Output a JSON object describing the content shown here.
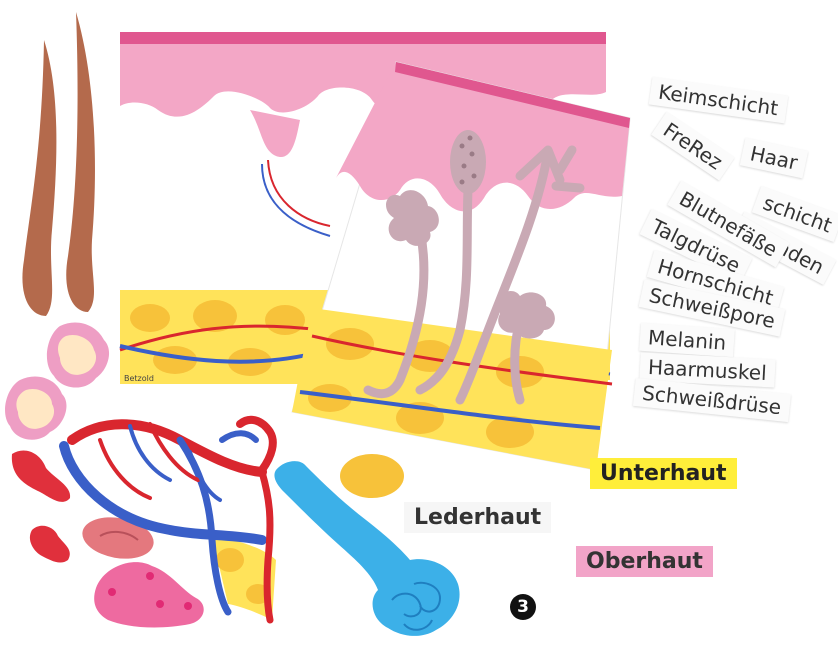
{
  "label_cards": [
    "Keimschicht",
    "Haar",
    "FreRez",
    "schicht",
    "enenden",
    "Blutnefäße",
    "Talgdrüse",
    "Hornschicht",
    "Schweißpore",
    "Melanin",
    "Haarmuskel",
    "Schweißdrüse"
  ],
  "layer_labels": {
    "unterhaut": "Unterhaut",
    "lederhaut": "Lederhaut",
    "oberhaut": "Oberhaut"
  },
  "tag_colors": {
    "unterhaut": "#ffee3a",
    "lederhaut": "#f4f4f4",
    "oberhaut": "#f2a4c8"
  },
  "brand_label": "Betzold",
  "figure_number": "3",
  "icons": [
    "hair-piece",
    "fat-cell-piece",
    "blood-vessel-network-piece",
    "sweat-gland-piece",
    "melanin-cell-piece",
    "sebaceous-gland-piece"
  ]
}
